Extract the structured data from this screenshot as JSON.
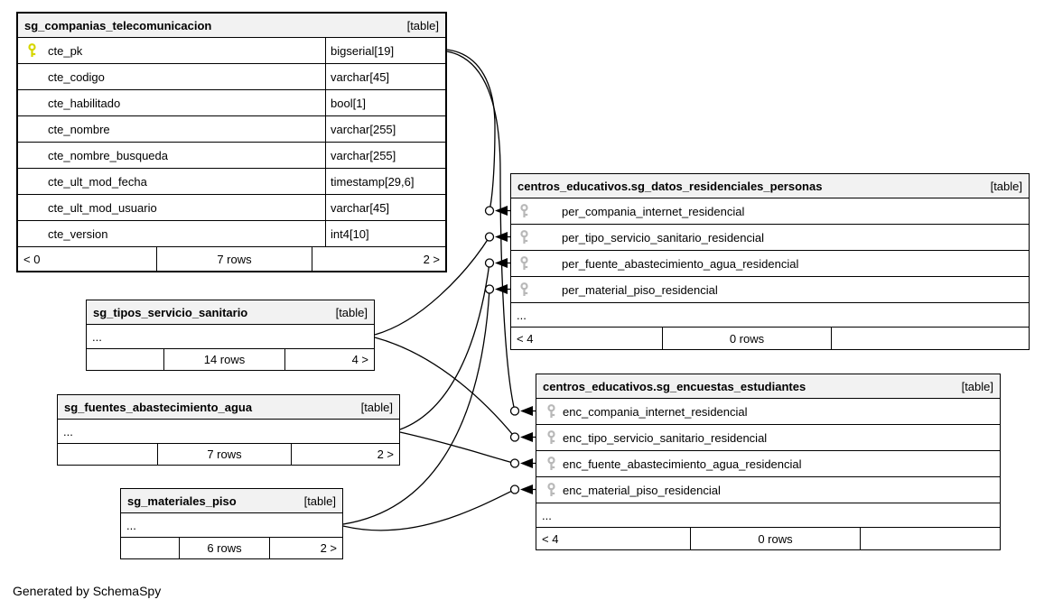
{
  "diagram": {
    "generated_by": "Generated by SchemaSpy",
    "colors": {
      "primary_key": "#d6d600",
      "foreign_key": "#b8b8b8",
      "header_bg": "#f2f2f2",
      "border": "#000000",
      "edge": "#000000"
    },
    "tables": [
      {
        "id": "sg_companias_telecomunicacion",
        "title": "sg_companias_telecomunicacion",
        "tag": "[table]",
        "columns": [
          {
            "name": "cte_pk",
            "type": "bigserial[19]",
            "key": "pk"
          },
          {
            "name": "cte_codigo",
            "type": "varchar[45]",
            "key": ""
          },
          {
            "name": "cte_habilitado",
            "type": "bool[1]",
            "key": ""
          },
          {
            "name": "cte_nombre",
            "type": "varchar[255]",
            "key": ""
          },
          {
            "name": "cte_nombre_busqueda",
            "type": "varchar[255]",
            "key": ""
          },
          {
            "name": "cte_ult_mod_fecha",
            "type": "timestamp[29,6]",
            "key": ""
          },
          {
            "name": "cte_ult_mod_usuario",
            "type": "varchar[45]",
            "key": ""
          },
          {
            "name": "cte_version",
            "type": "int4[10]",
            "key": ""
          }
        ],
        "ellipsis": false,
        "footer": {
          "left": "< 0",
          "center": "7 rows",
          "right": "2 >"
        }
      },
      {
        "id": "centros_educativos.sg_datos_residenciales_personas",
        "title": "centros_educativos.sg_datos_residenciales_personas",
        "tag": "[table]",
        "columns": [
          {
            "name": "per_compania_internet_residencial",
            "type": "",
            "key": "fk"
          },
          {
            "name": "per_tipo_servicio_sanitario_residencial",
            "type": "",
            "key": "fk"
          },
          {
            "name": "per_fuente_abastecimiento_agua_residencial",
            "type": "",
            "key": "fk"
          },
          {
            "name": "per_material_piso_residencial",
            "type": "",
            "key": "fk"
          }
        ],
        "ellipsis": true,
        "ellipsis_text": "...",
        "footer": {
          "left": "< 4",
          "center": "0 rows",
          "right": ""
        }
      },
      {
        "id": "sg_tipos_servicio_sanitario",
        "title": "sg_tipos_servicio_sanitario",
        "tag": "[table]",
        "columns": [],
        "ellipsis": true,
        "ellipsis_text": "...",
        "footer": {
          "left": "",
          "center": "14 rows",
          "right": "4 >"
        }
      },
      {
        "id": "sg_fuentes_abastecimiento_agua",
        "title": "sg_fuentes_abastecimiento_agua",
        "tag": "[table]",
        "columns": [],
        "ellipsis": true,
        "ellipsis_text": "...",
        "footer": {
          "left": "",
          "center": "7 rows",
          "right": "2 >"
        }
      },
      {
        "id": "sg_materiales_piso",
        "title": "sg_materiales_piso",
        "tag": "[table]",
        "columns": [],
        "ellipsis": true,
        "ellipsis_text": "...",
        "footer": {
          "left": "",
          "center": "6 rows",
          "right": "2 >"
        }
      },
      {
        "id": "centros_educativos.sg_encuestas_estudiantes",
        "title": "centros_educativos.sg_encuestas_estudiantes",
        "tag": "[table]",
        "columns": [
          {
            "name": "enc_compania_internet_residencial",
            "type": "",
            "key": "fk"
          },
          {
            "name": "enc_tipo_servicio_sanitario_residencial",
            "type": "",
            "key": "fk"
          },
          {
            "name": "enc_fuente_abastecimiento_agua_residencial",
            "type": "",
            "key": "fk"
          },
          {
            "name": "enc_material_piso_residencial",
            "type": "",
            "key": "fk"
          }
        ],
        "ellipsis": true,
        "ellipsis_text": "...",
        "footer": {
          "left": "< 4",
          "center": "0 rows",
          "right": ""
        }
      }
    ],
    "relationships": [
      {
        "from": "sg_companias_telecomunicacion.cte_pk",
        "to": "centros_educativos.sg_datos_residenciales_personas.per_compania_internet_residencial"
      },
      {
        "from": "sg_companias_telecomunicacion.cte_pk",
        "to": "centros_educativos.sg_encuestas_estudiantes.enc_compania_internet_residencial"
      },
      {
        "from": "sg_tipos_servicio_sanitario",
        "to": "centros_educativos.sg_datos_residenciales_personas.per_tipo_servicio_sanitario_residencial"
      },
      {
        "from": "sg_tipos_servicio_sanitario",
        "to": "centros_educativos.sg_encuestas_estudiantes.enc_tipo_servicio_sanitario_residencial"
      },
      {
        "from": "sg_fuentes_abastecimiento_agua",
        "to": "centros_educativos.sg_datos_residenciales_personas.per_fuente_abastecimiento_agua_residencial"
      },
      {
        "from": "sg_fuentes_abastecimiento_agua",
        "to": "centros_educativos.sg_encuestas_estudiantes.enc_fuente_abastecimiento_agua_residencial"
      },
      {
        "from": "sg_materiales_piso",
        "to": "centros_educativos.sg_datos_residenciales_personas.per_material_piso_residencial"
      },
      {
        "from": "sg_materiales_piso",
        "to": "centros_educativos.sg_encuestas_estudiantes.enc_material_piso_residencial"
      }
    ]
  }
}
